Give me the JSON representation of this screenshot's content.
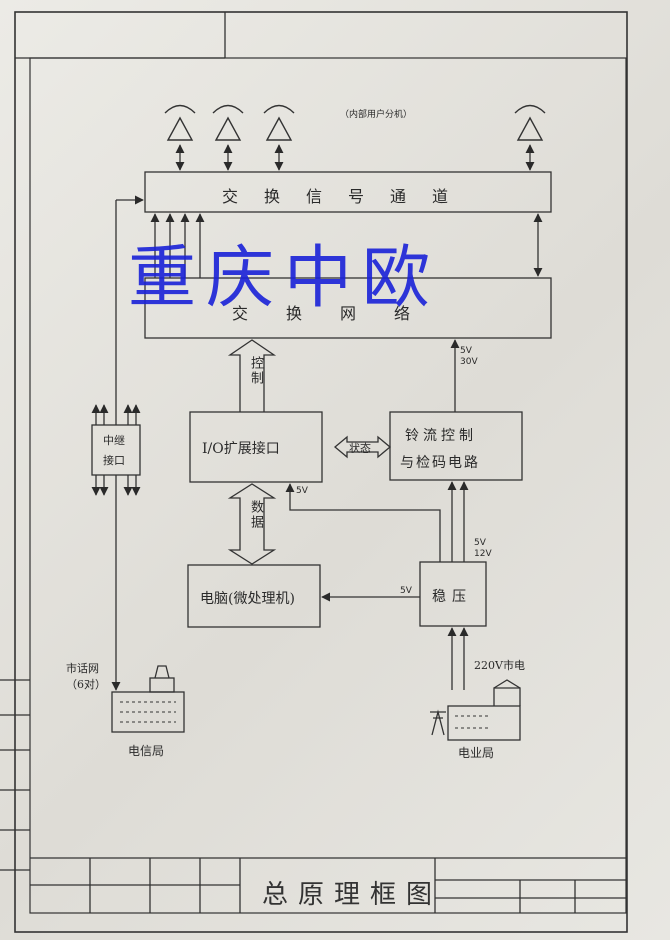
{
  "header": {
    "internal_users_label": "（内部用户分机）"
  },
  "blocks": {
    "signal_channel": "交换信号通道",
    "switch_network": "交换网络",
    "io_interface": "I/O扩展接口",
    "ringing_control": "铃流控制",
    "ringing_control_2": "与检码电路",
    "computer": "电脑(微处理机)",
    "regulator": "稳压",
    "trunk_1": "中继",
    "trunk_2": "接口"
  },
  "links": {
    "control": "控制",
    "data": "数据",
    "status": "状态"
  },
  "voltages": {
    "net_5v": "5V",
    "net_30v": "30V",
    "io_5v": "5V",
    "reg_5v": "5V",
    "reg_12v": "12V",
    "pc_5v": "5V"
  },
  "external": {
    "city_network_1": "市话网",
    "city_network_2": "（6对）",
    "telecom_office": "电信局",
    "mains": "220V市电",
    "power_office": "电业局"
  },
  "watermark": "重庆中欧",
  "footer": {
    "title": "总原理框图"
  }
}
